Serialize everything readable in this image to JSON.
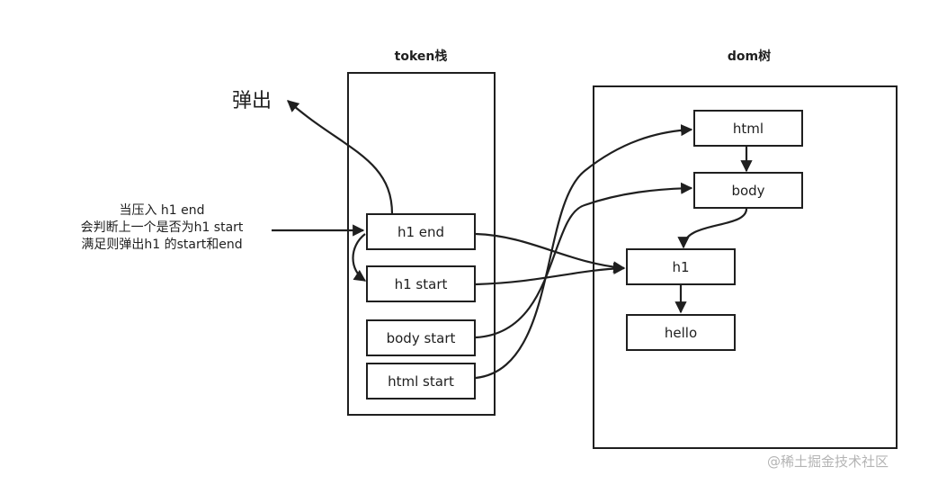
{
  "token_stack": {
    "title": "token栈",
    "items": [
      "h1 end",
      "h1 start",
      "body start",
      "html start"
    ]
  },
  "dom_tree": {
    "title": "dom树",
    "nodes": [
      "html",
      "body",
      "h1",
      "hello"
    ]
  },
  "pop_label": "弹出",
  "note": {
    "line1": "当压入 h1 end",
    "line2": "会判断上一个是否为h1 start",
    "line3": "满足则弹出h1 的start和end"
  },
  "watermark": "@稀土掘金技术社区",
  "colors": {
    "stroke": "#1f1f1f",
    "background": "#ffffff",
    "watermark": "#b4b4b4"
  }
}
